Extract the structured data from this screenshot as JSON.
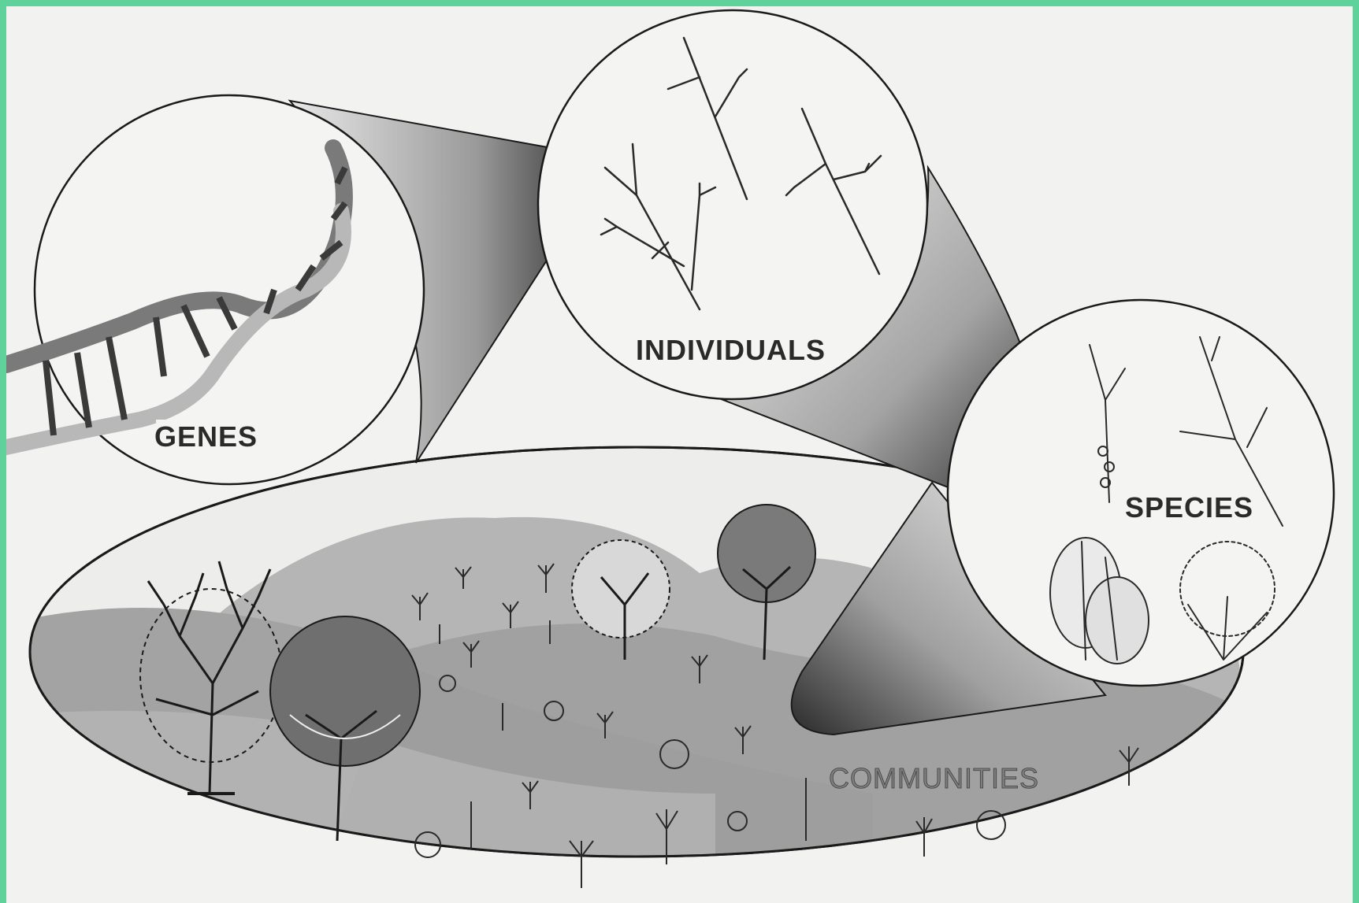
{
  "diagram": {
    "labels": {
      "genes": "GENES",
      "individuals": "INDIVIDUALS",
      "species": "SPECIES",
      "communities": "COMMUNITIES"
    },
    "colors": {
      "background": "#f2f2f0",
      "border": "#5fd19a",
      "outline": "#1a1a1a",
      "hill_dark": "#8f8f8f",
      "hill_light": "#c4c4c4"
    }
  }
}
